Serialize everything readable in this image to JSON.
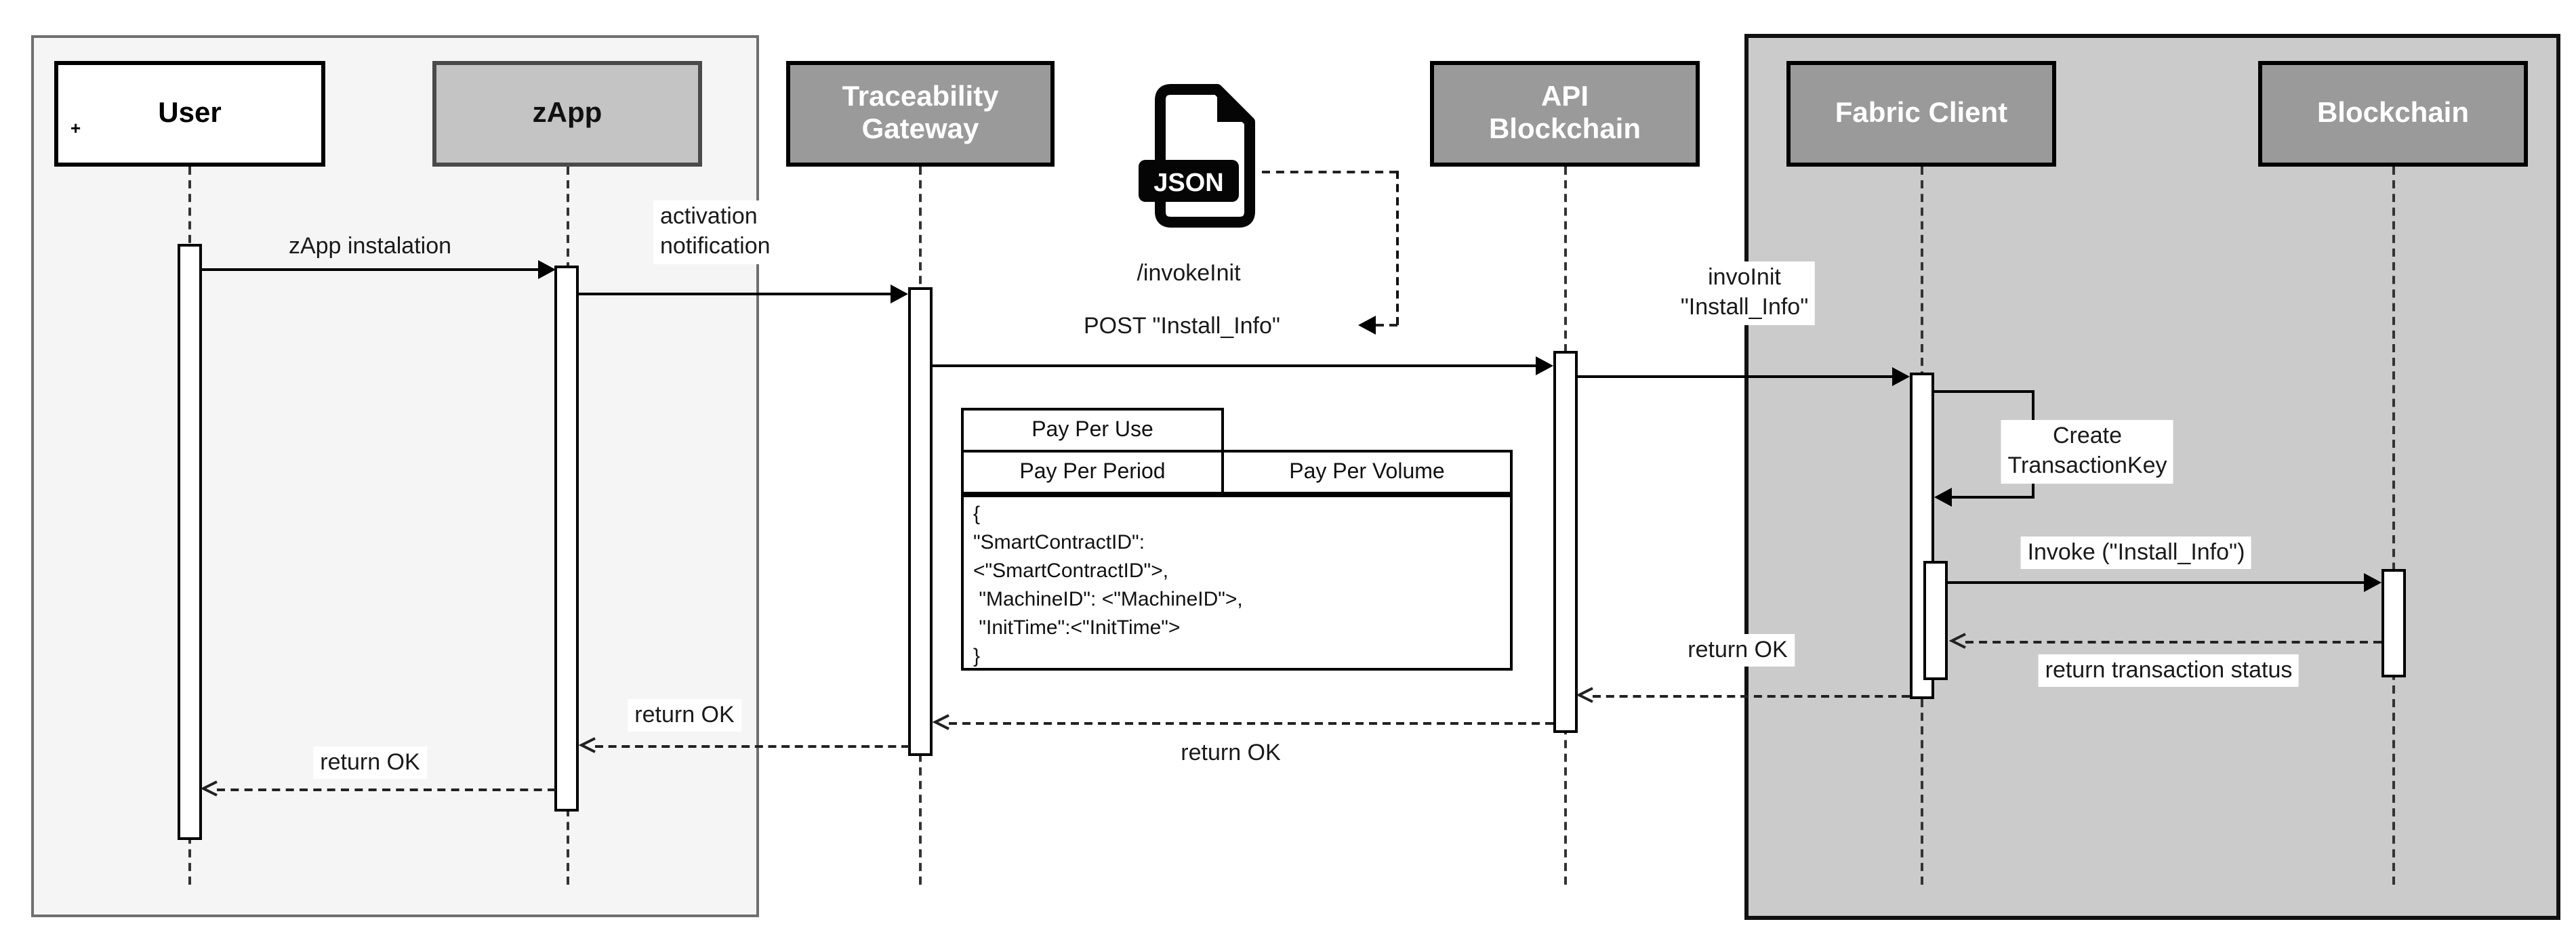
{
  "colors": {
    "left_panel_bg": "#f5f5f5",
    "left_panel_border": "#6f6f6f",
    "right_panel_bg": "#cbcbcb",
    "actor_header_bg": "#9a9a9a",
    "zapp_box_bg": "#c4c4c4",
    "line_color": "#000000"
  },
  "actors": [
    {
      "id": "user",
      "label": "User"
    },
    {
      "id": "zapp",
      "label": "zApp"
    },
    {
      "id": "traceability-gateway",
      "label_line1": "Traceability",
      "label_line2": "Gateway"
    },
    {
      "id": "api-blockchain",
      "label_line1": "API",
      "label_line2": "Blockchain"
    },
    {
      "id": "fabric-client",
      "label": "Fabric Client"
    },
    {
      "id": "blockchain",
      "label": "Blockchain"
    }
  ],
  "user_box_marker": "+",
  "json_icon": {
    "label": "JSON"
  },
  "messages": {
    "zapp_install": "zApp instalation",
    "activation_line1": "activation",
    "activation_line2": "notification",
    "invoke_init_path": "/invokeInit",
    "invoke_init_post": "POST \"Install_Info\"",
    "invo_init_line1": "invoInit",
    "invo_init_line2": "\"Install_Info\"",
    "create_key_line1": "Create",
    "create_key_line2": "TransactionKey",
    "invoke_install": "Invoke (\"Install_Info\")",
    "return_tx_status": "return transaction status",
    "return_ok_fabric_api": "return OK",
    "return_ok_api_tg": "return OK",
    "return_ok_tg_zapp": "return OK",
    "return_ok_zapp_user": "return OK"
  },
  "note": {
    "tab_top": "Pay Per Use",
    "tab_left": "Pay Per Period",
    "tab_right": "Pay Per Volume",
    "body_lines": [
      "{",
      "\"SmartContractID\":",
      "<\"SmartContractID\">,",
      " \"MachineID\": <\"MachineID\">,",
      " \"InitTime\":<\"InitTime\">",
      "}"
    ]
  }
}
